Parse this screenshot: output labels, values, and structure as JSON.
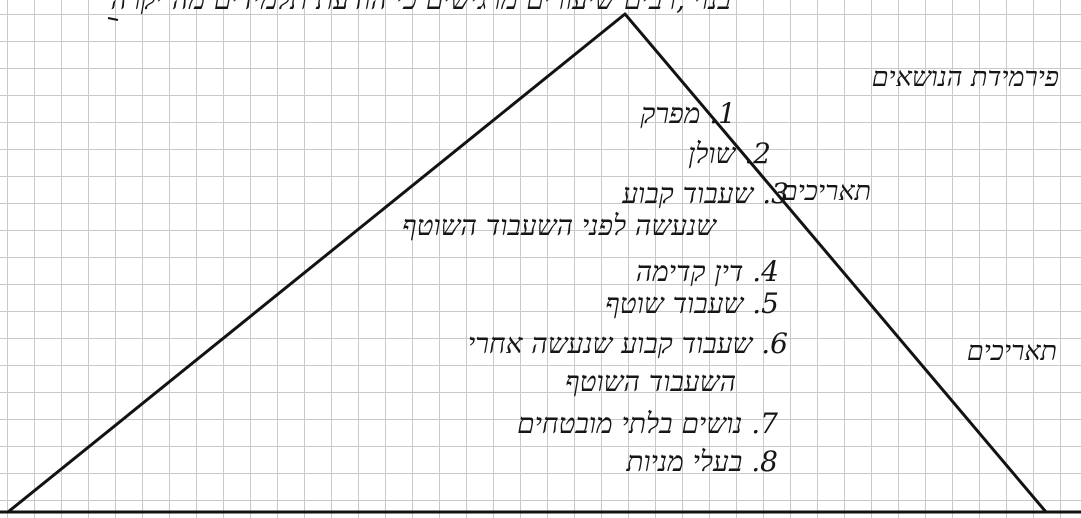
{
  "document": {
    "top_line": "בנוי ,רבים שיעורים מרגישים כי הודעת תלמידים מה יקרה",
    "side_title": "פירמידת הנושאים",
    "side_labels": [
      "תאריכים",
      "תאריכים"
    ],
    "items": [
      {
        "text": "1. מפרק"
      },
      {
        "text": "2. שולן"
      },
      {
        "text": "3. שעבוד קבוע"
      },
      {
        "text": "שנעשה לפני השעבוד השוטף"
      },
      {
        "text": "4. דין קדימה"
      },
      {
        "text": "5. שעבוד שוטף"
      },
      {
        "text": "6. שעבוד קבוע שנעשה אחרי"
      },
      {
        "text": "השעבוד השוטף"
      },
      {
        "text": "7. נושים בלתי מובטחים"
      },
      {
        "text": "8. בעלי מניות"
      }
    ]
  }
}
